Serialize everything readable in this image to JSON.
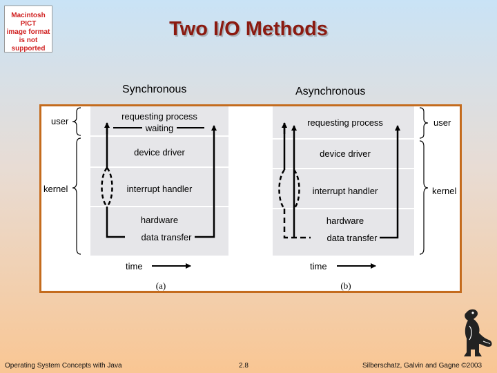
{
  "placeholder_image": {
    "lines": [
      "Macintosh PICT",
      "image format",
      "is not supported"
    ]
  },
  "title": "Two I/O Methods",
  "columns": {
    "left": "Synchronous",
    "right": "Asynchronous"
  },
  "diagram": {
    "left": {
      "layers": [
        "requesting process",
        "device driver",
        "interrupt handler",
        "hardware",
        "data transfer"
      ],
      "waiting": "waiting",
      "brace_user": "user",
      "brace_kernel": "kernel",
      "time": "time",
      "caption": "(a)"
    },
    "right": {
      "layers": [
        "requesting process",
        "device driver",
        "interrupt handler",
        "hardware",
        "data transfer"
      ],
      "brace_user": "user",
      "brace_kernel": "kernel",
      "time": "time",
      "caption": "(b)"
    }
  },
  "footer": {
    "left": "Operating System Concepts with Java",
    "page": "2.8",
    "right": "Silberschatz, Galvin and Gagne ©2003"
  },
  "colors": {
    "title": "#8b1a10",
    "frame": "#c46b1d",
    "panel": "#e6e6e9"
  }
}
